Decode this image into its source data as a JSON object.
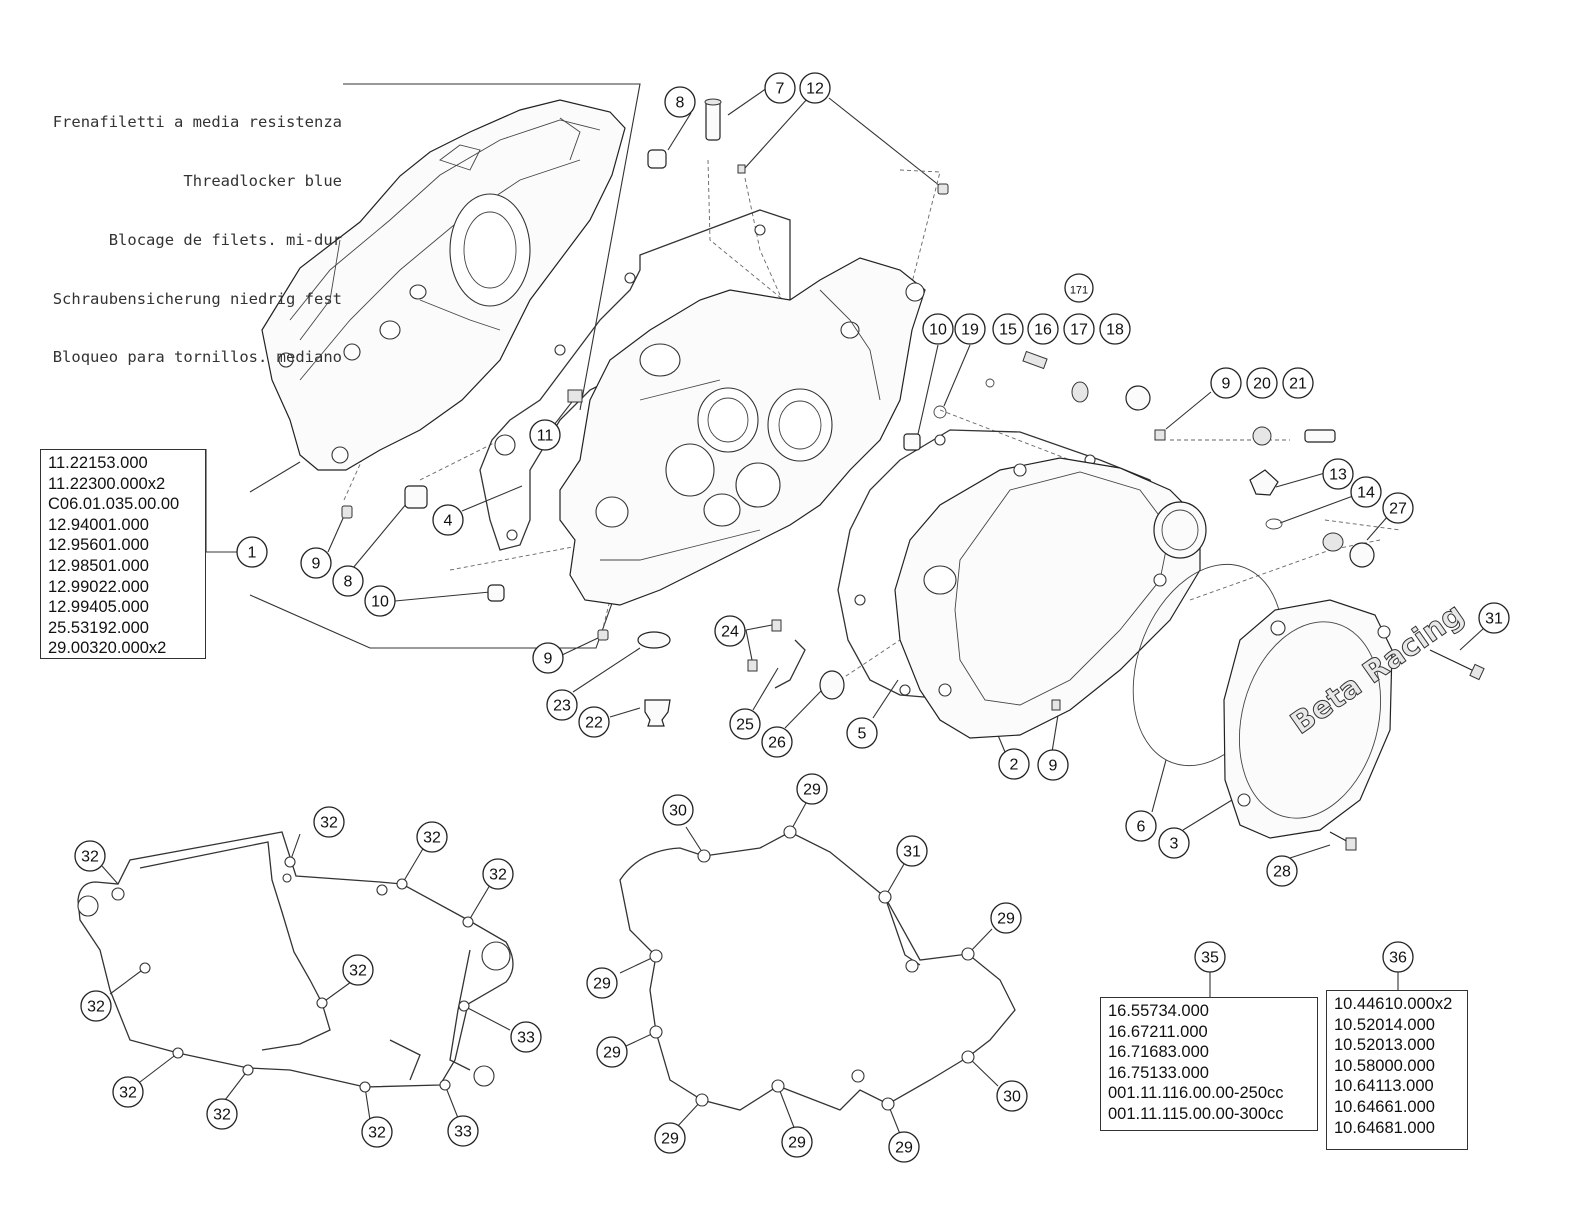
{
  "threadlocker_note": [
    "Frenafiletti a media resistenza",
    "Threadlocker blue",
    "Blocage de filets. mi-dur",
    "Schraubensicherung niedrig fest",
    "Bloqueo para tornillos. mediano"
  ],
  "kit_1": {
    "ref": "1",
    "codes": [
      "11.22153.000",
      "11.22300.000x2",
      "C06.01.035.00.00",
      "12.94001.000",
      "12.95601.000",
      "12.98501.000",
      "12.99022.000",
      "12.99405.000",
      "25.53192.000",
      "29.00320.000x2"
    ]
  },
  "kit_35": {
    "ref": "35",
    "codes": [
      "16.55734.000",
      "16.67211.000",
      "16.71683.000",
      "16.75133.000",
      "001.11.116.00.00-250cc",
      "001.11.115.00.00-300cc"
    ]
  },
  "kit_36": {
    "ref": "36",
    "codes": [
      "10.44610.000x2",
      "10.52014.000",
      "10.52013.000",
      "10.58000.000",
      "10.64113.000",
      "10.64661.000",
      "10.64681.000"
    ]
  },
  "brand_logo": "Beta Racing",
  "callouts": [
    {
      "n": "1"
    },
    {
      "n": "2"
    },
    {
      "n": "3"
    },
    {
      "n": "4"
    },
    {
      "n": "5"
    },
    {
      "n": "6"
    },
    {
      "n": "7"
    },
    {
      "n": "8"
    },
    {
      "n": "8"
    },
    {
      "n": "9"
    },
    {
      "n": "9"
    },
    {
      "n": "9"
    },
    {
      "n": "9"
    },
    {
      "n": "10"
    },
    {
      "n": "10"
    },
    {
      "n": "11"
    },
    {
      "n": "12"
    },
    {
      "n": "13"
    },
    {
      "n": "14"
    },
    {
      "n": "15"
    },
    {
      "n": "16"
    },
    {
      "n": "171"
    },
    {
      "n": "17"
    },
    {
      "n": "18"
    },
    {
      "n": "19"
    },
    {
      "n": "20"
    },
    {
      "n": "21"
    },
    {
      "n": "22"
    },
    {
      "n": "23"
    },
    {
      "n": "24"
    },
    {
      "n": "25"
    },
    {
      "n": "26"
    },
    {
      "n": "27"
    },
    {
      "n": "28"
    },
    {
      "n": "29"
    },
    {
      "n": "29"
    },
    {
      "n": "29"
    },
    {
      "n": "29"
    },
    {
      "n": "29"
    },
    {
      "n": "29"
    },
    {
      "n": "29"
    },
    {
      "n": "30"
    },
    {
      "n": "30"
    },
    {
      "n": "31"
    },
    {
      "n": "31"
    },
    {
      "n": "32"
    },
    {
      "n": "32"
    },
    {
      "n": "32"
    },
    {
      "n": "32"
    },
    {
      "n": "32"
    },
    {
      "n": "32"
    },
    {
      "n": "32"
    },
    {
      "n": "32"
    },
    {
      "n": "32"
    },
    {
      "n": "33"
    },
    {
      "n": "33"
    },
    {
      "n": "35"
    },
    {
      "n": "36"
    }
  ]
}
